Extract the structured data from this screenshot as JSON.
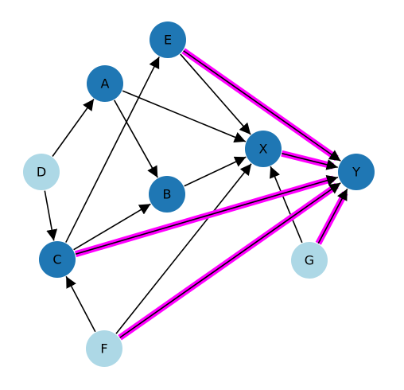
{
  "colors": {
    "dark_node": "#1f77b4",
    "light_node": "#add8e6",
    "edge": "#000000",
    "highlight": "#ff00ff",
    "label": "#000000"
  },
  "nodes": [
    {
      "id": "A",
      "label": "A",
      "tone": "dark"
    },
    {
      "id": "B",
      "label": "B",
      "tone": "dark"
    },
    {
      "id": "C",
      "label": "C",
      "tone": "dark"
    },
    {
      "id": "D",
      "label": "D",
      "tone": "light"
    },
    {
      "id": "E",
      "label": "E",
      "tone": "dark"
    },
    {
      "id": "F",
      "label": "F",
      "tone": "light"
    },
    {
      "id": "G",
      "label": "G",
      "tone": "light"
    },
    {
      "id": "X",
      "label": "X",
      "tone": "dark"
    },
    {
      "id": "Y",
      "label": "Y",
      "tone": "dark"
    }
  ],
  "edges": [
    {
      "from": "D",
      "to": "A",
      "highlighted": false
    },
    {
      "from": "D",
      "to": "C",
      "highlighted": false
    },
    {
      "from": "A",
      "to": "B",
      "highlighted": false
    },
    {
      "from": "A",
      "to": "X",
      "highlighted": false
    },
    {
      "from": "C",
      "to": "E",
      "highlighted": false
    },
    {
      "from": "C",
      "to": "B",
      "highlighted": false
    },
    {
      "from": "E",
      "to": "X",
      "highlighted": false
    },
    {
      "from": "B",
      "to": "X",
      "highlighted": false
    },
    {
      "from": "F",
      "to": "C",
      "highlighted": false
    },
    {
      "from": "F",
      "to": "X",
      "highlighted": false
    },
    {
      "from": "G",
      "to": "X",
      "highlighted": false
    },
    {
      "from": "E",
      "to": "Y",
      "highlighted": true
    },
    {
      "from": "X",
      "to": "Y",
      "highlighted": true
    },
    {
      "from": "C",
      "to": "Y",
      "highlighted": true
    },
    {
      "from": "F",
      "to": "Y",
      "highlighted": true
    },
    {
      "from": "G",
      "to": "Y",
      "highlighted": true
    }
  ]
}
